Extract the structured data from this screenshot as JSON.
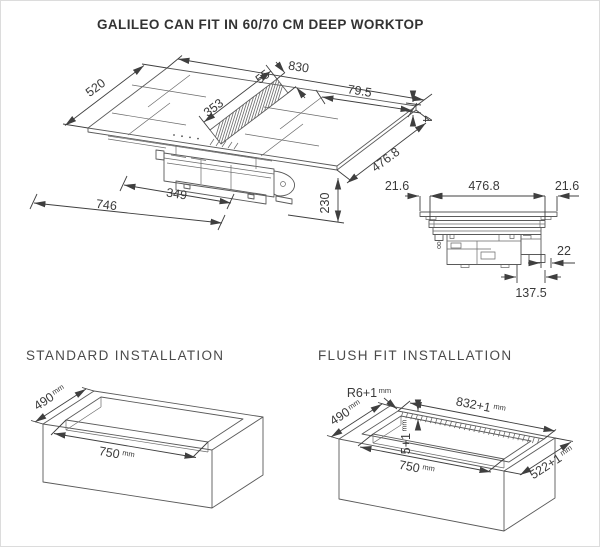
{
  "title": "GALILEO CAN FIT IN 60/70 CM DEEP WORKTOP",
  "unit": "mm",
  "iso": {
    "glass_depth": "520",
    "glass_width": "830",
    "grille_width": "55",
    "zone_offset": "79.5",
    "grille_length": "353",
    "glass_thickness": "4",
    "body_depth": "476.8",
    "hood_height": "230",
    "box_width": "349",
    "total_width": "746"
  },
  "side": {
    "overhang_left": "21.6",
    "body_width": "476.8",
    "overhang_right": "21.6",
    "duct_step": "22",
    "duct_offset": "137.5"
  },
  "standard": {
    "label": "STANDARD INSTALLATION",
    "cutout_depth": "490",
    "cutout_width": "750"
  },
  "flush": {
    "label": "FLUSH FIT INSTALLATION",
    "corner_radius": "R6+1",
    "rebate_width": "832+1",
    "cutout_depth": "490",
    "rebate_depth": "5+1",
    "cutout_width": "750",
    "rebate_length": "522+1"
  }
}
